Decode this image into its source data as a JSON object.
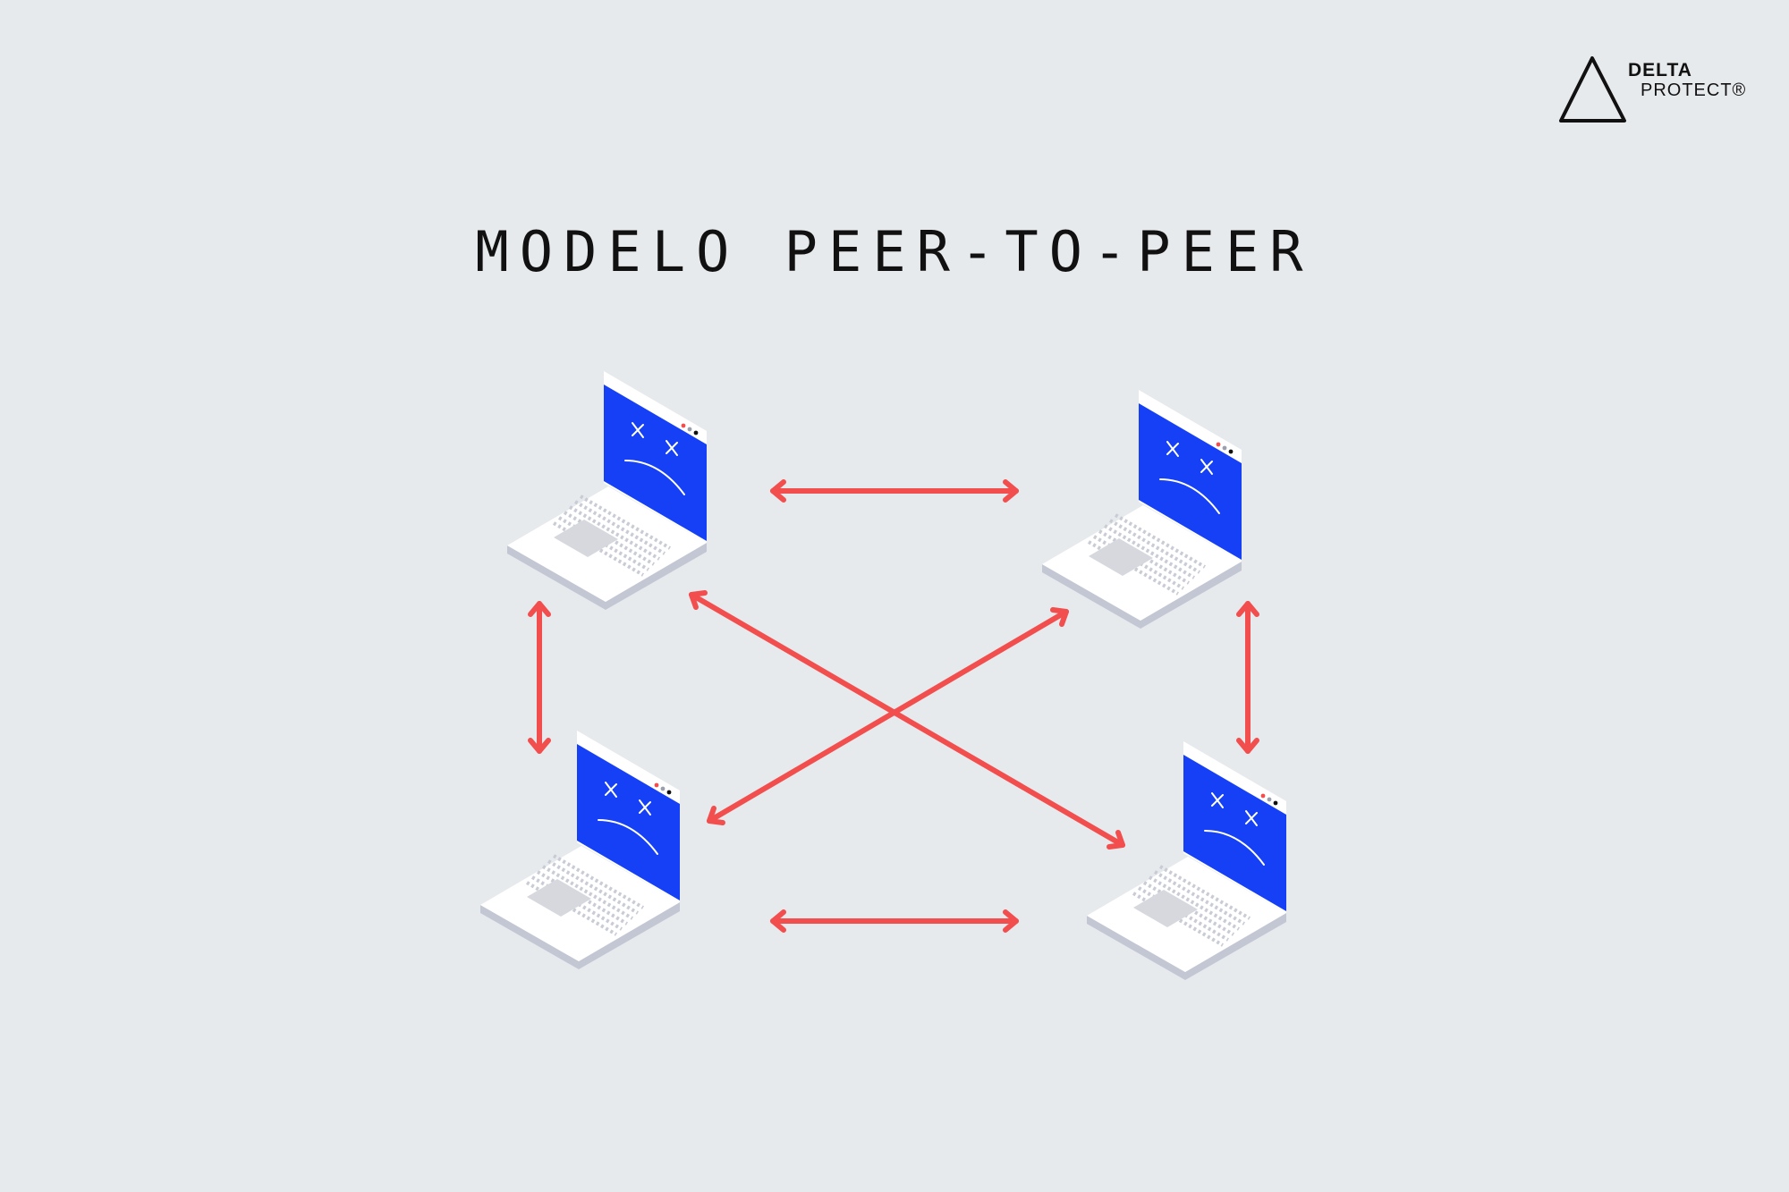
{
  "title": "MODELO PEER-TO-PEER",
  "logo": {
    "line1": "DELTA",
    "line2": "PROTECT®"
  },
  "diagram": {
    "node_icon": "broken-laptop-sad-face-icon",
    "nodes": [
      "peer-top-left",
      "peer-top-right",
      "peer-bottom-left",
      "peer-bottom-right"
    ],
    "links": [
      [
        "peer-top-left",
        "peer-top-right"
      ],
      [
        "peer-bottom-left",
        "peer-bottom-right"
      ],
      [
        "peer-top-left",
        "peer-bottom-left"
      ],
      [
        "peer-top-right",
        "peer-bottom-right"
      ],
      [
        "peer-top-left",
        "peer-bottom-right"
      ],
      [
        "peer-top-right",
        "peer-bottom-left"
      ]
    ],
    "colors": {
      "background": "#e7eaed",
      "arrow": "#f24e4e",
      "screen": "#1540f5",
      "laptop_body": "#ffffff",
      "laptop_shadow": "#c3c7d3"
    }
  }
}
